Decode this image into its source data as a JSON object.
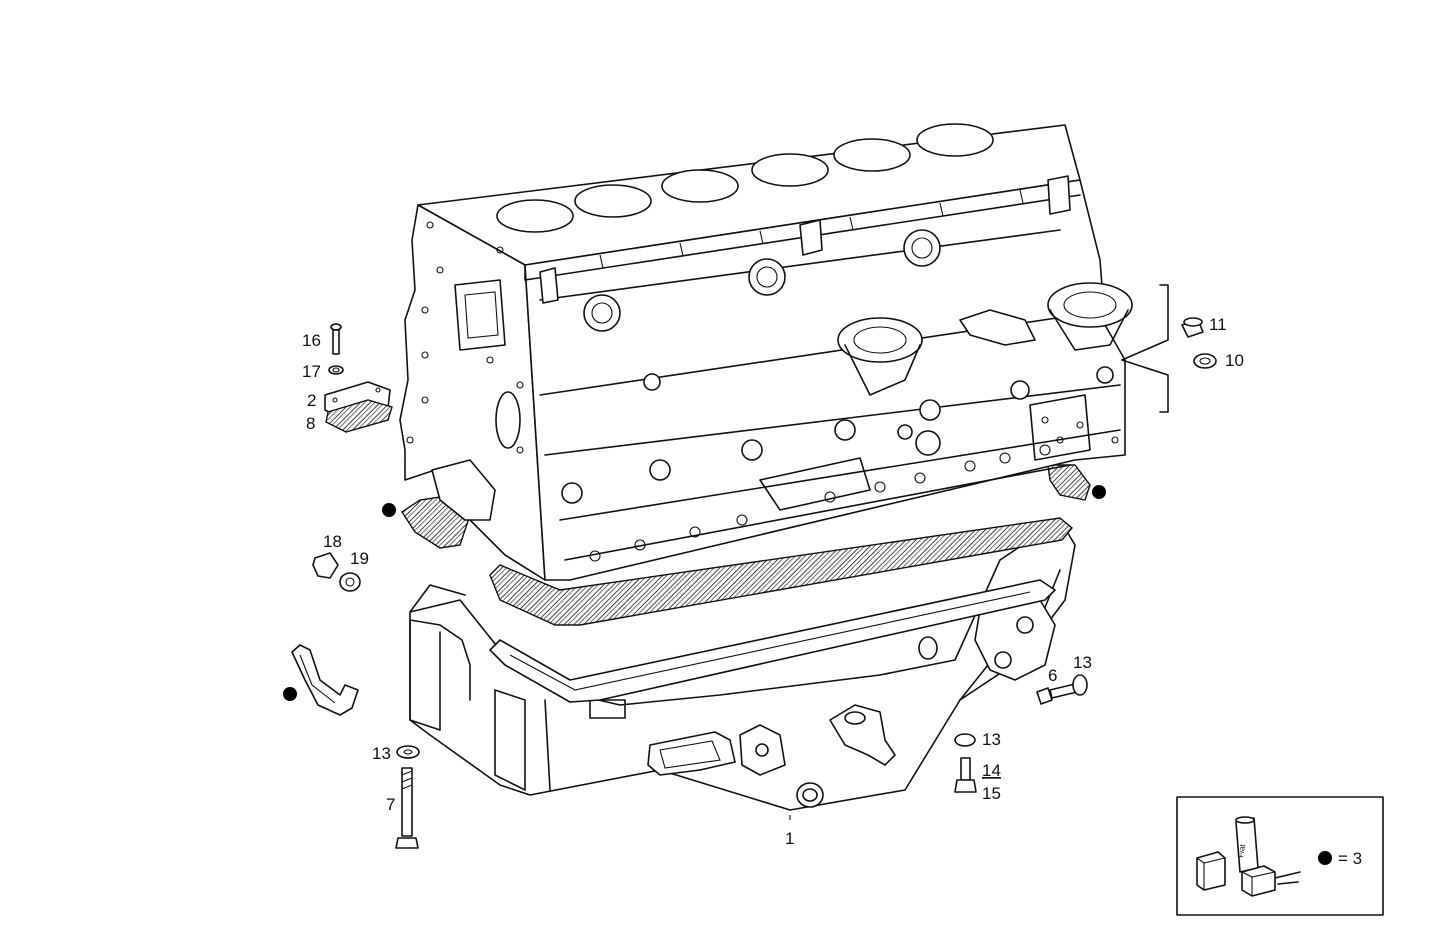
{
  "diagram": {
    "callouts": {
      "c1": "1",
      "c2": "2",
      "c6": "6",
      "c7": "7",
      "c8": "8",
      "c10": "10",
      "c11": "11",
      "c13a": "13",
      "c13b": "13",
      "c13c": "13",
      "c14": "14",
      "c15": "15",
      "c16": "16",
      "c17": "17",
      "c18": "18",
      "c19": "19"
    },
    "legend": {
      "equals_label": "= 3",
      "tube_text": "Fiat"
    },
    "colors": {
      "line": "#111111",
      "background": "#ffffff"
    }
  }
}
